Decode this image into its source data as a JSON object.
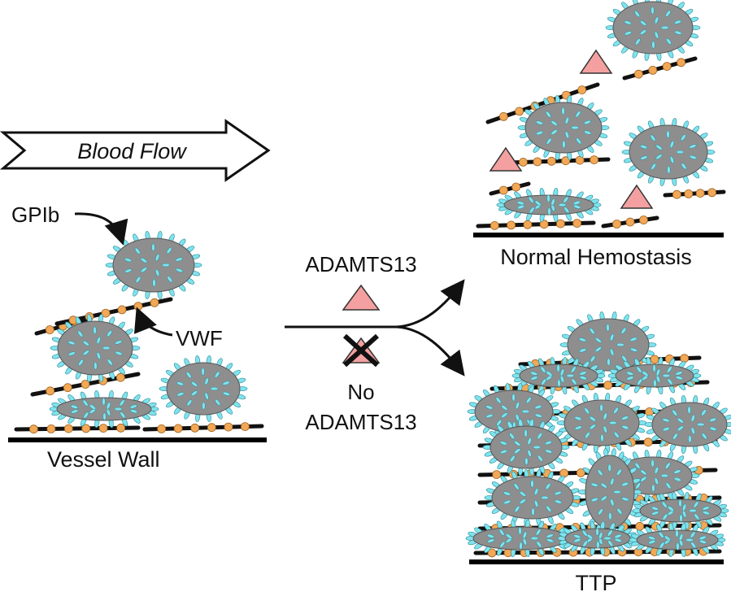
{
  "labels": {
    "blood_flow": "Blood Flow",
    "gpib": "GPIb",
    "vwf": "VWF",
    "vessel_wall": "Vessel Wall",
    "adamts13": "ADAMTS13",
    "no_line1": "No",
    "no_line2": "ADAMTS13",
    "normal_hemostasis": "Normal Hemostasis",
    "ttp": "TTP"
  },
  "colors": {
    "platelet_body": "#8e8e8e",
    "platelet_receptor": "#7fe3ee",
    "vwf_strand": "#111111",
    "vwf_bead": "#f2a857",
    "adamts13_triangle": "#f4a0a0",
    "vessel_wall": "#000000"
  },
  "icons": {
    "platelet": "platelet-icon",
    "adamts13": "triangle-icon",
    "blocked": "x-mark-icon"
  }
}
